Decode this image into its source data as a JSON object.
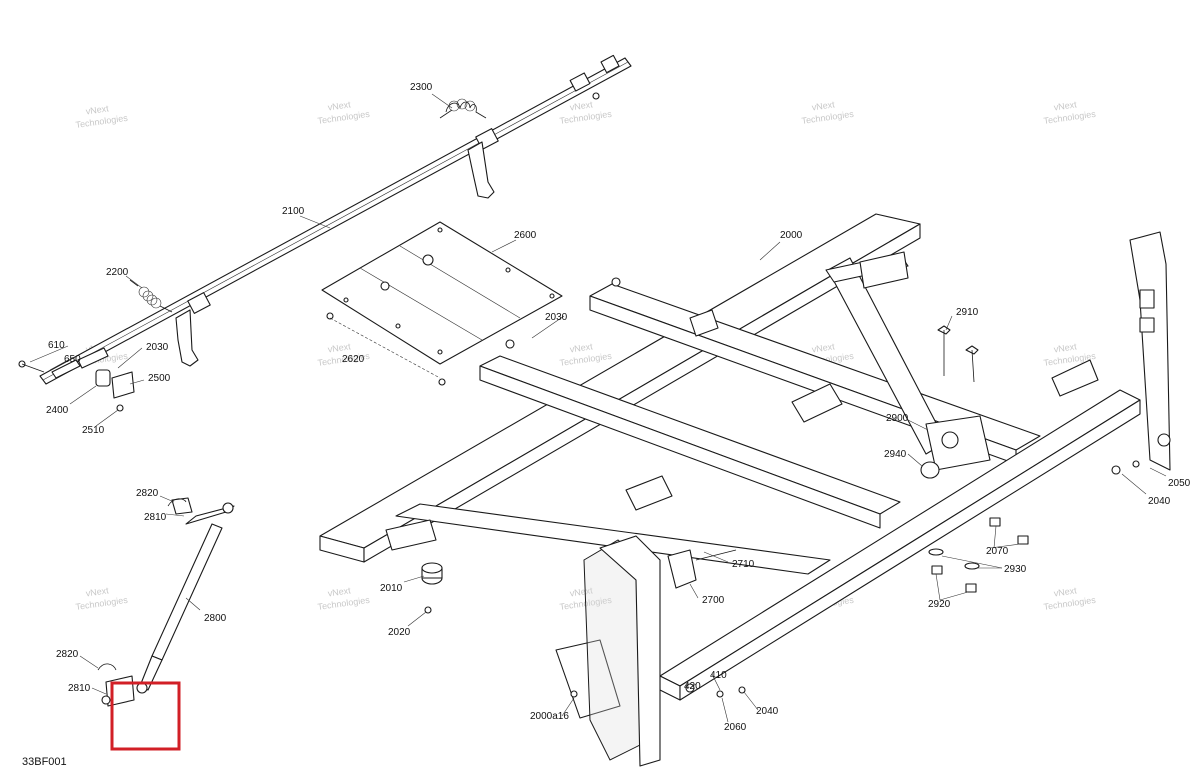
{
  "figure_id": "33BF001",
  "watermark": {
    "line1": "vNext",
    "line2": "Technologies"
  },
  "highlight_color": "#d21f26",
  "callouts": [
    {
      "id": "2300",
      "text": "2300"
    },
    {
      "id": "2100",
      "text": "2100"
    },
    {
      "id": "2200",
      "text": "2200"
    },
    {
      "id": "2600",
      "text": "2600"
    },
    {
      "id": "2000",
      "text": "2000"
    },
    {
      "id": "2030a",
      "text": "2030"
    },
    {
      "id": "2030b",
      "text": "2030"
    },
    {
      "id": "2620",
      "text": "2620"
    },
    {
      "id": "2910",
      "text": "2910"
    },
    {
      "id": "610",
      "text": "610"
    },
    {
      "id": "650",
      "text": "650"
    },
    {
      "id": "2500",
      "text": "2500"
    },
    {
      "id": "2400",
      "text": "2400"
    },
    {
      "id": "2510",
      "text": "2510"
    },
    {
      "id": "2900",
      "text": "2900"
    },
    {
      "id": "2940",
      "text": "2940"
    },
    {
      "id": "2050",
      "text": "2050"
    },
    {
      "id": "2040a",
      "text": "2040"
    },
    {
      "id": "2820a",
      "text": "2820"
    },
    {
      "id": "2810a",
      "text": "2810"
    },
    {
      "id": "2800",
      "text": "2800"
    },
    {
      "id": "2820b",
      "text": "2820"
    },
    {
      "id": "2810b",
      "text": "2810"
    },
    {
      "id": "2710",
      "text": "2710"
    },
    {
      "id": "2700",
      "text": "2700"
    },
    {
      "id": "2010",
      "text": "2010"
    },
    {
      "id": "2020",
      "text": "2020"
    },
    {
      "id": "2070",
      "text": "2070"
    },
    {
      "id": "2930",
      "text": "2930"
    },
    {
      "id": "2920",
      "text": "2920"
    },
    {
      "id": "420",
      "text": "420"
    },
    {
      "id": "410",
      "text": "410"
    },
    {
      "id": "2040b",
      "text": "2040"
    },
    {
      "id": "2060",
      "text": "2060"
    },
    {
      "id": "2000a16",
      "text": "2000a16"
    }
  ]
}
